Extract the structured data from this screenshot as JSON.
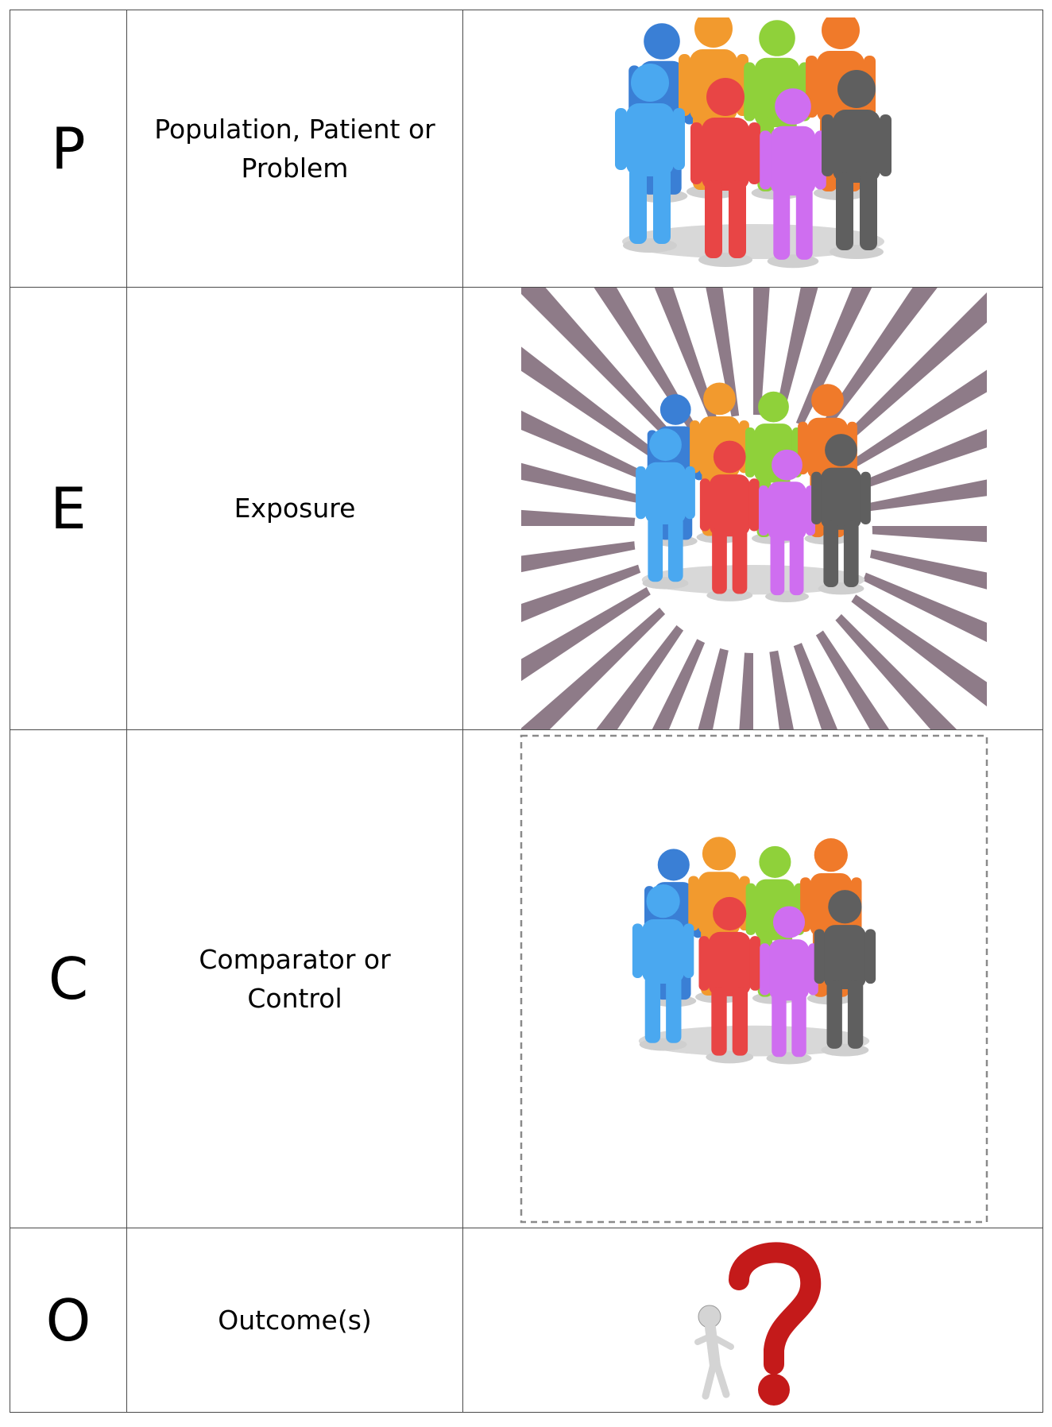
{
  "rows": [
    {
      "letter": "P",
      "term_lines": [
        "Population, Patient or",
        "Problem"
      ],
      "image": "group-of-people-icon"
    },
    {
      "letter": "E",
      "term_lines": [
        "Exposure"
      ],
      "image": "exposed-group-of-people-icon"
    },
    {
      "letter": "C",
      "term_lines": [
        "Comparator or",
        "Control"
      ],
      "image": "control-group-of-people-icon"
    },
    {
      "letter": "O",
      "term_lines": [
        "Outcome(s)"
      ],
      "image": "question-mark-figure-icon"
    }
  ],
  "colors": {
    "border": "#4a4a4a",
    "rays": "#8e7b88",
    "question_mark": "#c41a1a",
    "people": [
      "#3a7fd5",
      "#f29a2e",
      "#8fd13a",
      "#f07a2a",
      "#4aa8f0",
      "#e84545",
      "#cf6ef0",
      "#5f5f5f"
    ]
  }
}
